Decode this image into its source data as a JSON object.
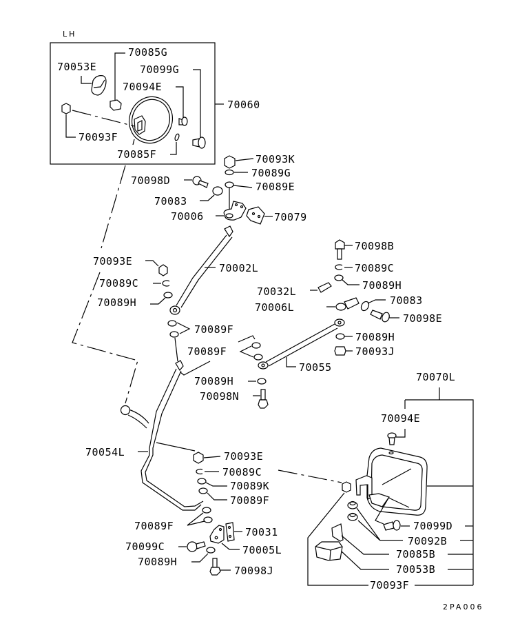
{
  "diagram": {
    "side_label": "LH",
    "figure_code": "2PA006",
    "inset_box": {
      "assembly": "70060",
      "parts": {
        "cover": "70053E",
        "clip_upper": "70085G",
        "screw_g": "70099G",
        "plug_e": "70094E",
        "nut_f": "70093F",
        "clip_lower": "70085F"
      }
    },
    "upper_bracket": {
      "nut_k": "70093K",
      "washer_g": "70089G",
      "washer_e": "70089E",
      "bolt_d": "70098D",
      "cap": "70083",
      "bracket": "70006",
      "plate": "70079"
    },
    "left_stay": {
      "stay": "70002L",
      "nut_e": "70093E",
      "washer_c": "70089C",
      "washer_h": "70089H",
      "washers_f_a": "70089F",
      "washers_f_b": "70089F",
      "washer_h2": "70089H",
      "bolt_n": "70098N"
    },
    "right_bracket": {
      "bolt_b": "70098B",
      "washer_c": "70089C",
      "washer_h": "70089H",
      "plate_l": "70032L",
      "bracket_l": "70006L",
      "cap": "70083",
      "bolt_e": "70098E",
      "washer_h2": "70089H",
      "nut_j": "70093J",
      "stay": "70055"
    },
    "lower_stay": {
      "stay": "70054L",
      "nut_e": "70093E",
      "washer_c": "70089C",
      "washer_k": "70089K",
      "washer_f": "70089F",
      "washers_f": "70089F",
      "plate": "70031",
      "screw_c": "70099C",
      "bracket_l": "70005L",
      "washer_h": "70089H",
      "bolt_j": "70098J"
    },
    "mirror": {
      "assembly": "70070L",
      "plug_e": "70094E",
      "screw_d": "70099D",
      "grommet": "70092B",
      "clip": "70085B",
      "cover": "70053B",
      "nut_f": "70093F"
    }
  }
}
